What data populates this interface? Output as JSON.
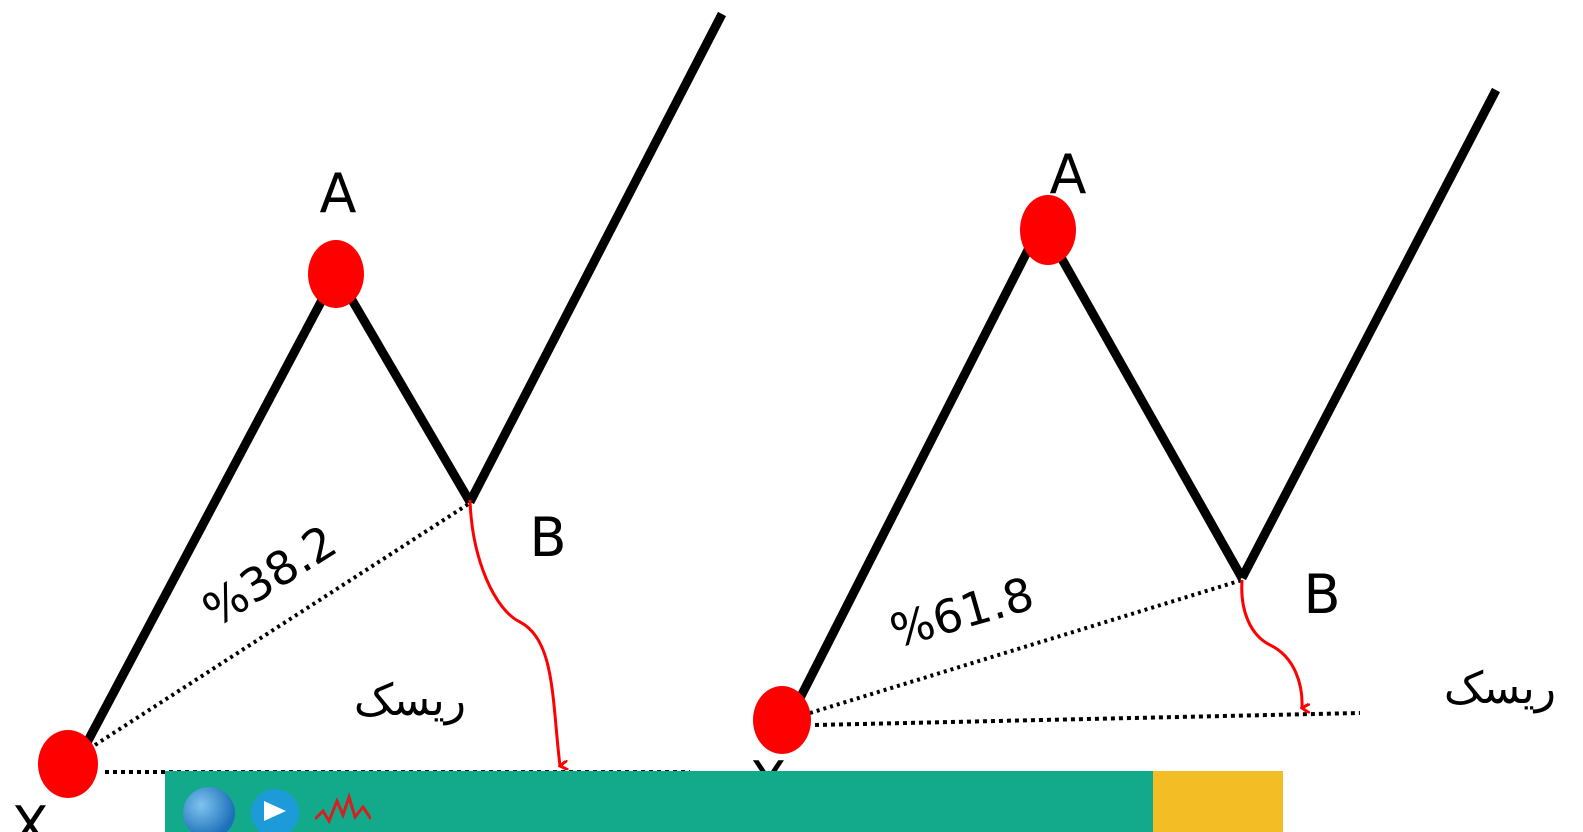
{
  "diagrams": [
    {
      "point_a_label": "A",
      "point_b_label": "B",
      "point_x_label": "X",
      "retracement_label": "%38.2",
      "risk_label": "ریسک"
    },
    {
      "point_a_label": "A",
      "point_b_label": "B",
      "point_x_label": "X",
      "retracement_label": "%61.8",
      "risk_label": "ریسک"
    }
  ],
  "colors": {
    "line": "#000000",
    "pivot": "#ff0000",
    "arrow": "#ff0000",
    "banner_main": "#13aa8c",
    "banner_side": "#f2bd25"
  },
  "icons": [
    "globe-icon",
    "telegram-icon",
    "chart-icon"
  ]
}
